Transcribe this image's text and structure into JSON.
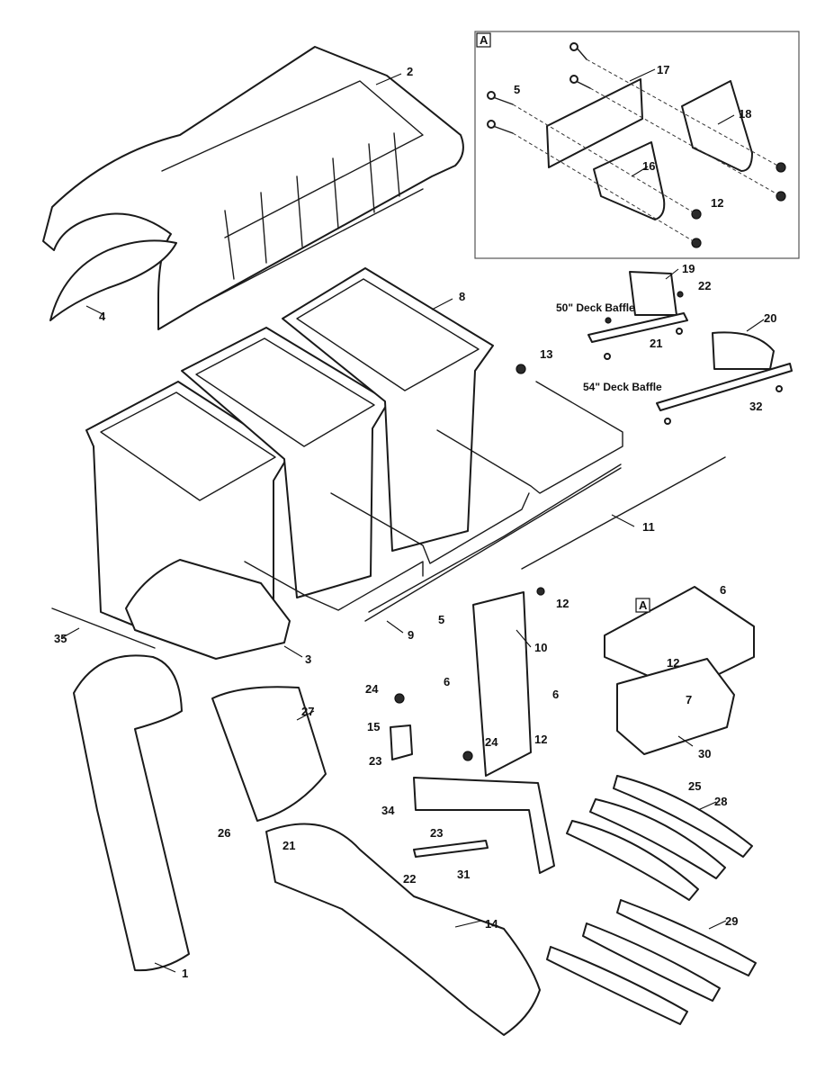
{
  "inset": {
    "tag": "A"
  },
  "frame_tag": "A",
  "annotations": {
    "baffle_50": "50\" Deck Baffle",
    "baffle_54": "54\" Deck Baffle"
  },
  "callouts": {
    "c1": "1",
    "c2": "2",
    "c3": "3",
    "c4": "4",
    "c5a": "5",
    "c5b": "5",
    "c6a": "6",
    "c6b": "6",
    "c6c": "6",
    "c7": "7",
    "c8": "8",
    "c9": "9",
    "c10": "10",
    "c11": "11",
    "c12a": "12",
    "c12b": "12",
    "c12c": "12",
    "c12d": "12",
    "c13": "13",
    "c14": "14",
    "c15": "15",
    "c16": "16",
    "c17": "17",
    "c18": "18",
    "c19": "19",
    "c20": "20",
    "c21a": "21",
    "c21b": "21",
    "c22a": "22",
    "c22b": "22",
    "c23a": "23",
    "c23b": "23",
    "c24a": "24",
    "c24b": "24",
    "c25": "25",
    "c26": "26",
    "c27": "27",
    "c28": "28",
    "c29": "29",
    "c30": "30",
    "c31": "31",
    "c32": "32",
    "c34": "34",
    "c35": "35"
  }
}
